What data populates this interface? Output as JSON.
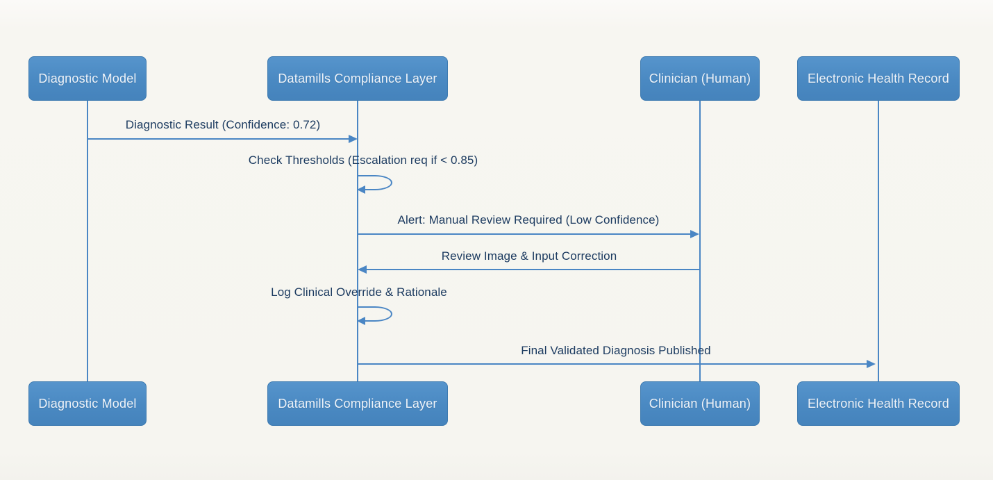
{
  "diagram": {
    "type": "sequence",
    "title": "",
    "colors": {
      "background": "#f6f5f0",
      "participant_fill": "#4a89c2",
      "participant_border": "#3d7ab0",
      "participant_text": "#eef3f9",
      "line": "#4a86c4",
      "label_text": "#1c3b60"
    },
    "actors": [
      {
        "id": "diagnostic-model",
        "label": "Diagnostic Model"
      },
      {
        "id": "datamills-compliance-layer",
        "label": "Datamills Compliance Layer"
      },
      {
        "id": "clinician-human",
        "label": "Clinician (Human)"
      },
      {
        "id": "electronic-health-record",
        "label": "Electronic Health Record"
      }
    ],
    "messages": [
      {
        "from": "diagnostic-model",
        "to": "datamills-compliance-layer",
        "kind": "solid-arrow",
        "direction": "right",
        "label": "Diagnostic Result (Confidence: 0.72)"
      },
      {
        "from": "datamills-compliance-layer",
        "to": "datamills-compliance-layer",
        "kind": "self-loop",
        "direction": "self",
        "label": "Check Thresholds (Escalation req if < 0.85)"
      },
      {
        "from": "datamills-compliance-layer",
        "to": "clinician-human",
        "kind": "solid-arrow",
        "direction": "right",
        "label": "Alert: Manual Review Required (Low Confidence)"
      },
      {
        "from": "clinician-human",
        "to": "datamills-compliance-layer",
        "kind": "solid-arrow",
        "direction": "left",
        "label": "Review Image & Input Correction"
      },
      {
        "from": "datamills-compliance-layer",
        "to": "datamills-compliance-layer",
        "kind": "self-loop",
        "direction": "self",
        "label": "Log Clinical Override & Rationale"
      },
      {
        "from": "datamills-compliance-layer",
        "to": "electronic-health-record",
        "kind": "solid-arrow",
        "direction": "right",
        "label": "Final Validated Diagnosis Published"
      }
    ]
  }
}
